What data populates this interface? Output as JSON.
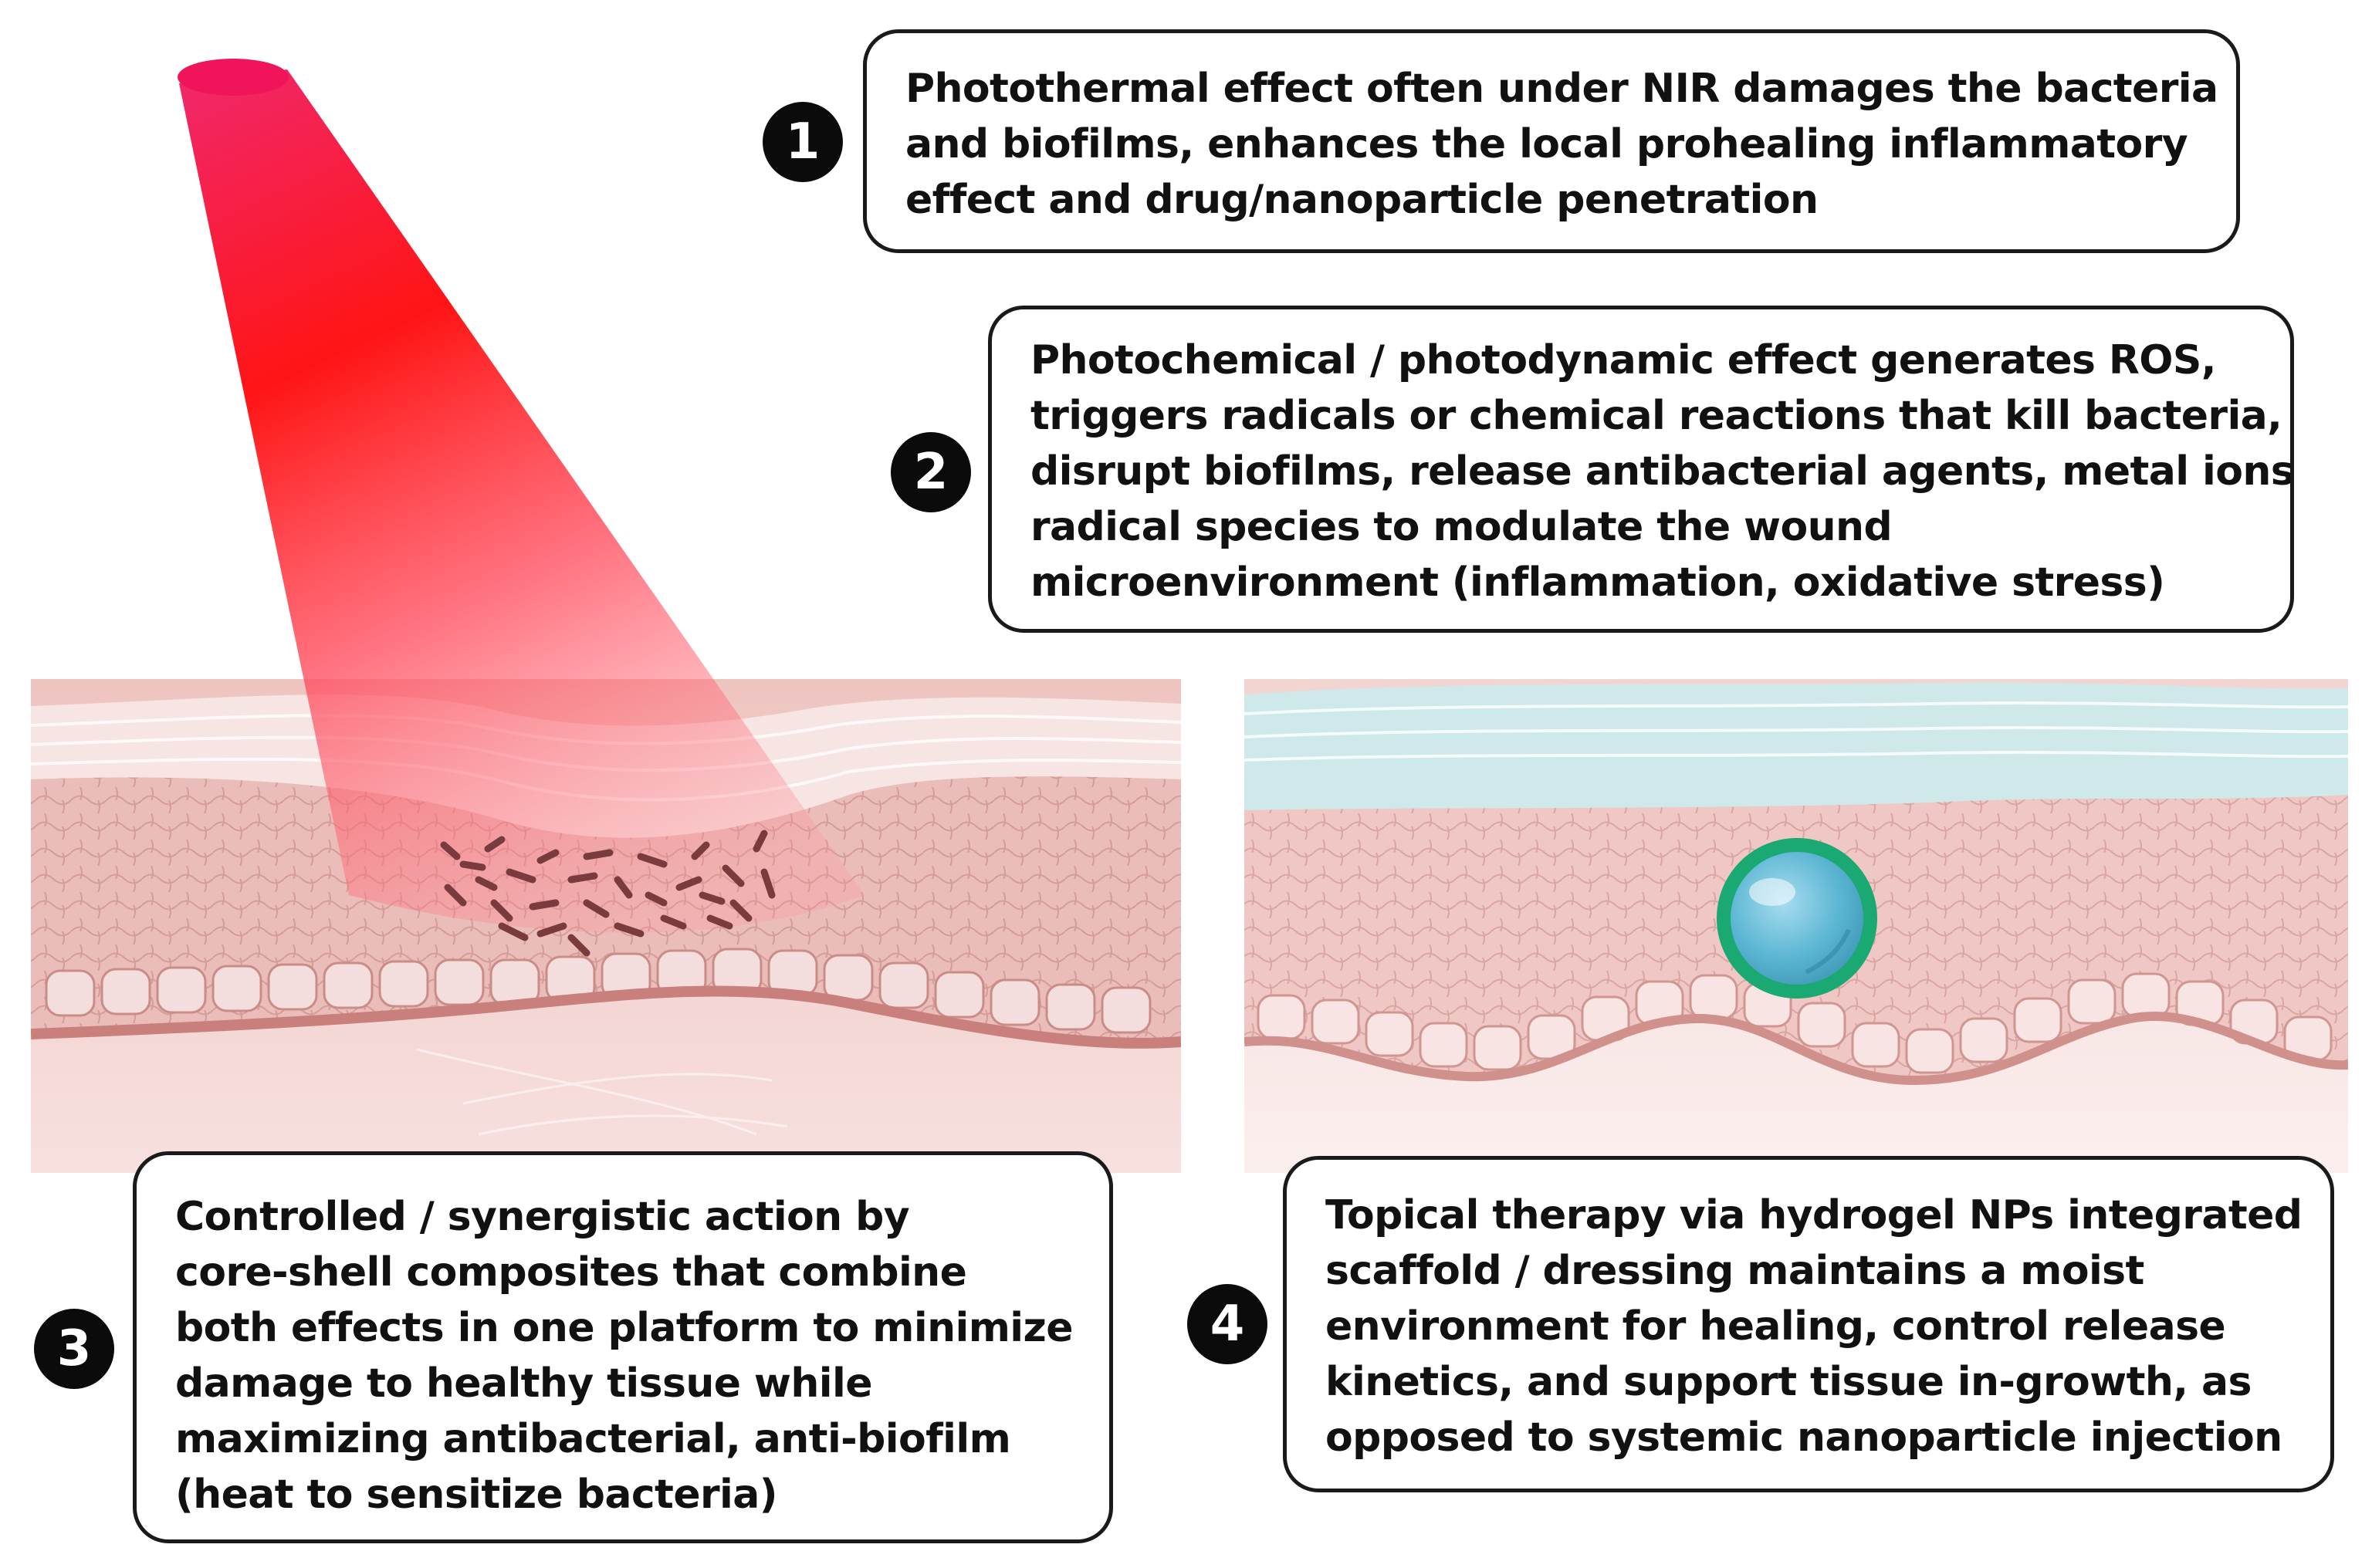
{
  "callouts": [
    {
      "number": "1",
      "lines": [
        "Photothermal effect often under NIR damages the bacteria",
        "and biofilms, enhances the local prohealing inflammatory",
        "effect and drug/nanoparticle penetration"
      ]
    },
    {
      "number": "2",
      "lines": [
        "Photochemical / photodynamic effect generates ROS,",
        "triggers radicals or chemical reactions that kill bacteria,",
        "disrupt biofilms, release antibacterial agents, metal ions,",
        "radical species to modulate the wound",
        "microenvironment (inflammation, oxidative stress)"
      ]
    },
    {
      "number": "3",
      "lines": [
        "Controlled / synergistic action by",
        "core-shell composites that combine",
        "both effects in one platform to minimize",
        "damage to healthy tissue while",
        "maximizing antibacterial, anti-biofilm",
        "(heat to sensitize bacteria)"
      ]
    },
    {
      "number": "4",
      "lines": [
        "Topical therapy via hydrogel NPs integrated",
        "scaffold / dressing maintains a moist",
        "environment for healing, control release",
        "kinetics, and support tissue in-growth, as",
        "opposed to systemic nanoparticle injection"
      ]
    }
  ],
  "colors": {
    "laser_core": "#ff0000",
    "laser_tip": "#f0145a",
    "skin_dermis": "#f2d2cf",
    "skin_cells": "#e6b8b4",
    "cell_outline": "#c98c88",
    "basal_line": "#c9807c",
    "stratum_corneum": "#f7e9e7",
    "hydrogel_layer": "#cfe9ea",
    "bacteria": "#7a3b3f",
    "nanoparticle_shell": "#1aa873",
    "nanoparticle_core": "#5bb6d3",
    "outline": "#1a1a1a"
  }
}
